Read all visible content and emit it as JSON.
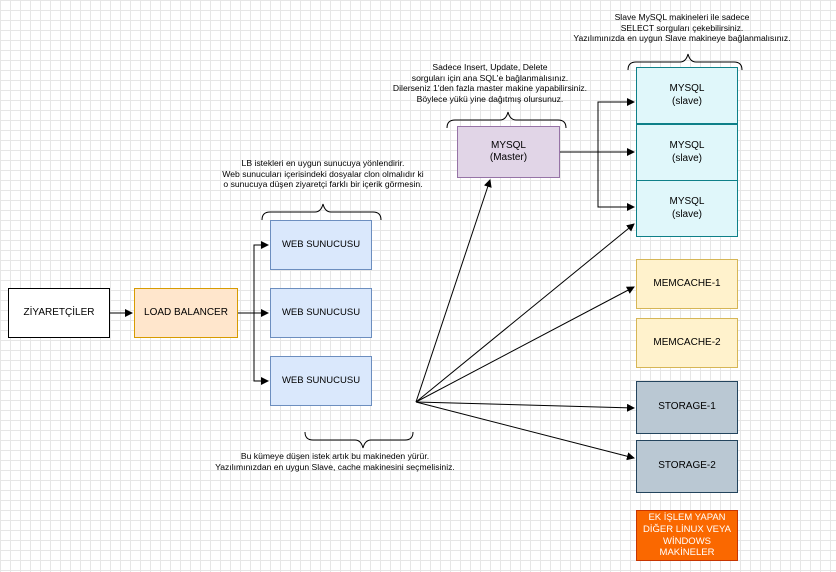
{
  "nodes": {
    "visitors": "ZİYARETÇİLER",
    "load_balancer": "LOAD BALANCER",
    "web_servers": [
      "WEB  SUNUCUSU",
      "WEB  SUNUCUSU",
      "WEB  SUNUCUSU"
    ],
    "master": {
      "line1": "MYSQL",
      "line2": "(Master)"
    },
    "slaves": [
      {
        "line1": "MYSQL",
        "line2": "(slave)"
      },
      {
        "line1": "MYSQL",
        "line2": "(slave)"
      },
      {
        "line1": "MYSQL",
        "line2": "(slave)"
      }
    ],
    "memcache": [
      "MEMCACHE-1",
      "MEMCACHE-2"
    ],
    "storage": [
      "STORAGE-1",
      "STORAGE-2"
    ],
    "extra": "EK İŞLEM YAPAN DİĞER LİNUX VEYA WİNDOWS MAKİNELER"
  },
  "notes": {
    "slave": "Slave MySQL makineleri ile sadece\nSELECT sorguları çekebilirsiniz.\nYazılımınızda en uygun Slave makineye bağlanmalısınız.",
    "master": "Sadece Insert, Update, Delete\nsorguları için ana SQL'e bağlanmalısınız.\nDilerseniz 1'den fazla master makine yapabilirsiniz.\nBöylece yükü yine dağıtmış olursunuz.",
    "load_balancer": "LB istekleri en uygun sunucuya yönlendirir.\nWeb sunucuları içerisindeki dosyalar clon olmalıdır ki\no sunucuya düşen ziyaretçi farklı bir içerik görmesin.",
    "cluster": "Bu kümeye düşen istek artık bu makineden yürür.\nYazılımınızdan en uygun Slave, cache makinesini seçmelisiniz."
  },
  "colors": {
    "load_balancer_fill": "#ffe6cc",
    "web_fill": "#dae8fc",
    "master_fill": "#e1d5e7",
    "slave_fill": "#e0f7fa",
    "memcache_fill": "#fff2cc",
    "storage_fill": "#bac8d3",
    "extra_fill": "#fa6800"
  }
}
